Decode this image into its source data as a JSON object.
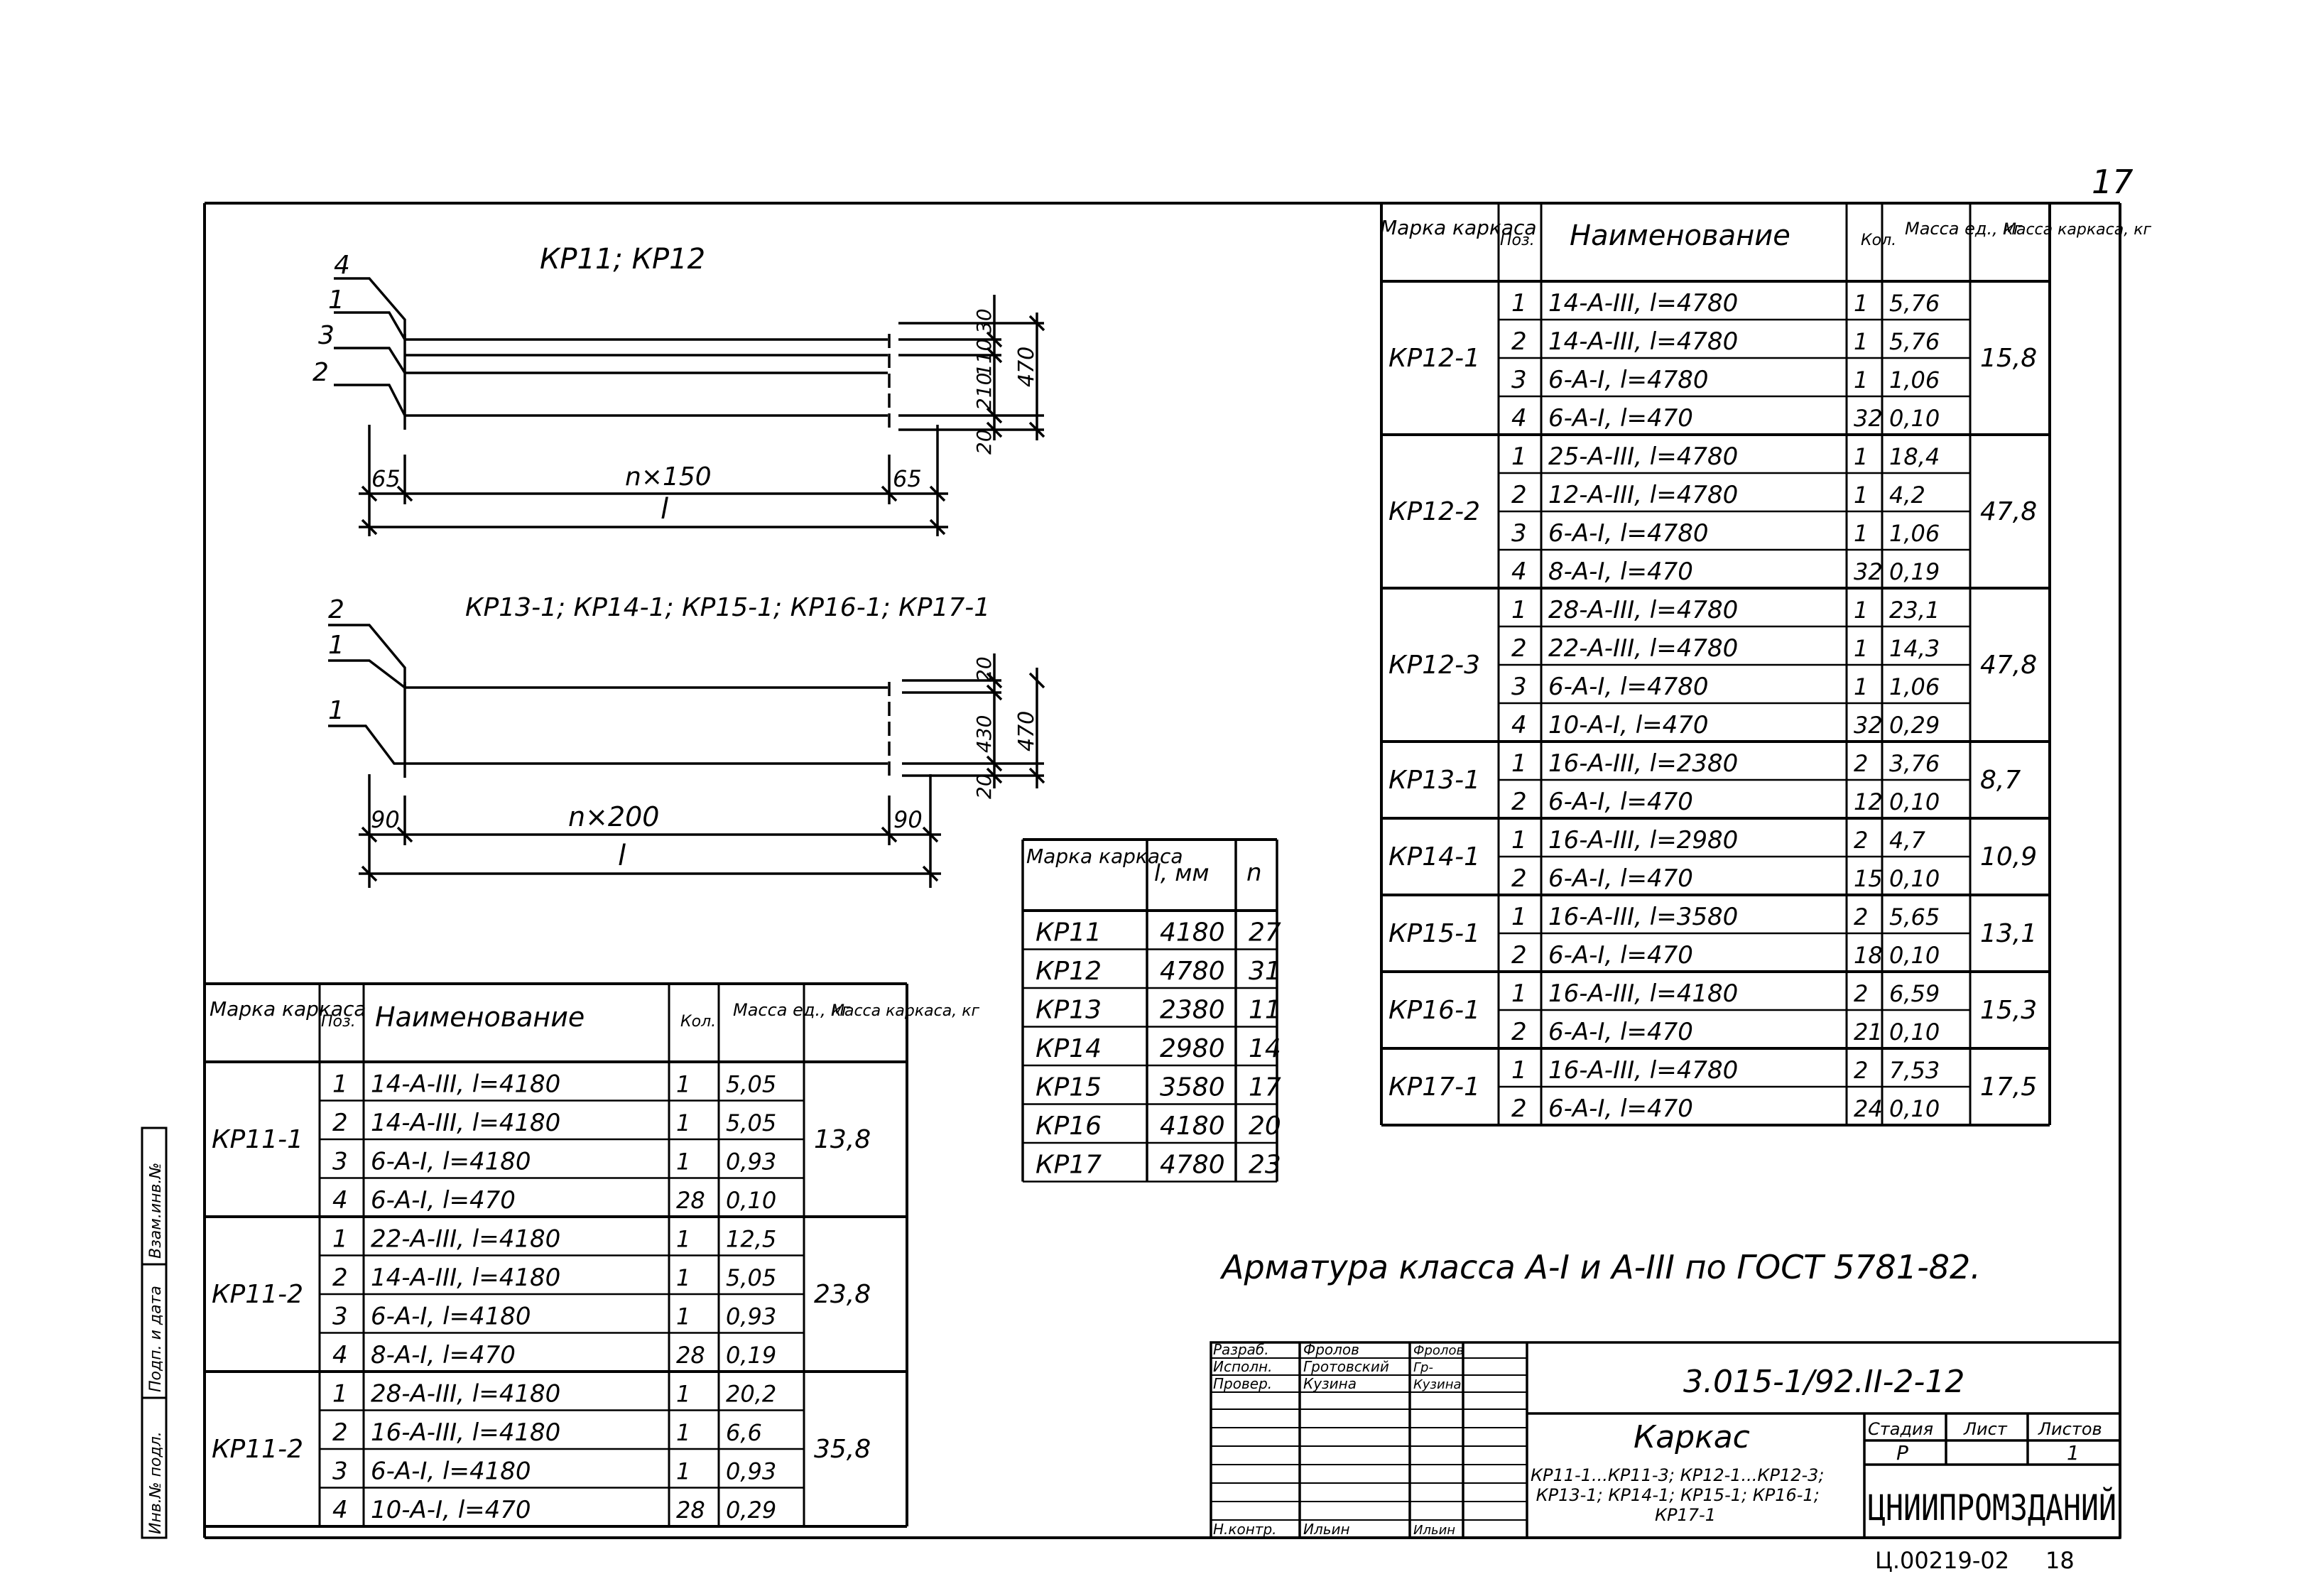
{
  "page": {
    "sheet_number": "17",
    "footer_code": "Ц.00219-02",
    "footer_page": "18"
  },
  "note": "Арматура класса А-I и А-III по ГОСТ 5781-82.",
  "side_stamp": [
    "Инв.№ подл.",
    "Подп. и дата",
    "Взам.инв.№"
  ],
  "diagram1": {
    "title": "КР11; КР12",
    "bar_numbers": [
      "4",
      "1",
      "3",
      "2"
    ],
    "dim_left": "65",
    "dim_right": "65",
    "dim_spacing": "n×150",
    "dim_length": "l",
    "dim_v": [
      "30",
      "110",
      "210",
      "20"
    ],
    "dim_total": "470"
  },
  "diagram2": {
    "title": "КР13-1; КР14-1; КР15-1; КР16-1; КР17-1",
    "bar_numbers": [
      "2",
      "1",
      "1"
    ],
    "dim_left": "90",
    "dim_right": "90",
    "dim_spacing": "n×200",
    "dim_length": "l",
    "dim_v": [
      "20",
      "430",
      "20"
    ],
    "dim_total": "470"
  },
  "spec_headers": [
    "Марка каркаса",
    "Поз.",
    "Наименование",
    "Кол.",
    "Масса ед., кг",
    "Масса каркаса, кг"
  ],
  "table_left": [
    {
      "mark": "КР11-1",
      "mass": "13,8",
      "rows": [
        {
          "pos": "1",
          "name": "14-А-III, l=4180",
          "qty": "1",
          "unit": "5,05"
        },
        {
          "pos": "2",
          "name": "14-А-III, l=4180",
          "qty": "1",
          "unit": "5,05"
        },
        {
          "pos": "3",
          "name": "6-А-I, l=4180",
          "qty": "1",
          "unit": "0,93"
        },
        {
          "pos": "4",
          "name": "6-А-I, l=470",
          "qty": "28",
          "unit": "0,10"
        }
      ]
    },
    {
      "mark": "КР11-2",
      "mass": "23,8",
      "rows": [
        {
          "pos": "1",
          "name": "22-А-III, l=4180",
          "qty": "1",
          "unit": "12,5"
        },
        {
          "pos": "2",
          "name": "14-А-III, l=4180",
          "qty": "1",
          "unit": "5,05"
        },
        {
          "pos": "3",
          "name": "6-А-I, l=4180",
          "qty": "1",
          "unit": "0,93"
        },
        {
          "pos": "4",
          "name": "8-А-I, l=470",
          "qty": "28",
          "unit": "0,19"
        }
      ]
    },
    {
      "mark": "КР11-2",
      "mass": "35,8",
      "rows": [
        {
          "pos": "1",
          "name": "28-А-III, l=4180",
          "qty": "1",
          "unit": "20,2"
        },
        {
          "pos": "2",
          "name": "16-А-III, l=4180",
          "qty": "1",
          "unit": "6,6"
        },
        {
          "pos": "3",
          "name": "6-А-I, l=4180",
          "qty": "1",
          "unit": "0,93"
        },
        {
          "pos": "4",
          "name": "10-А-I, l=470",
          "qty": "28",
          "unit": "0,29"
        }
      ]
    }
  ],
  "table_right": [
    {
      "mark": "КР12-1",
      "mass": "15,8",
      "rows": [
        {
          "pos": "1",
          "name": "14-А-III, l=4780",
          "qty": "1",
          "unit": "5,76"
        },
        {
          "pos": "2",
          "name": "14-А-III, l=4780",
          "qty": "1",
          "unit": "5,76"
        },
        {
          "pos": "3",
          "name": "6-А-I, l=4780",
          "qty": "1",
          "unit": "1,06"
        },
        {
          "pos": "4",
          "name": "6-А-I, l=470",
          "qty": "32",
          "unit": "0,10"
        }
      ]
    },
    {
      "mark": "КР12-2",
      "mass": "47,8",
      "rows": [
        {
          "pos": "1",
          "name": "25-А-III, l=4780",
          "qty": "1",
          "unit": "18,4"
        },
        {
          "pos": "2",
          "name": "12-А-III, l=4780",
          "qty": "1",
          "unit": "4,2"
        },
        {
          "pos": "3",
          "name": "6-А-I, l=4780",
          "qty": "1",
          "unit": "1,06"
        },
        {
          "pos": "4",
          "name": "8-А-I, l=470",
          "qty": "32",
          "unit": "0,19"
        }
      ]
    },
    {
      "mark": "КР12-3",
      "mass": "47,8",
      "rows": [
        {
          "pos": "1",
          "name": "28-А-III, l=4780",
          "qty": "1",
          "unit": "23,1"
        },
        {
          "pos": "2",
          "name": "22-А-III, l=4780",
          "qty": "1",
          "unit": "14,3"
        },
        {
          "pos": "3",
          "name": "6-А-I, l=4780",
          "qty": "1",
          "unit": "1,06"
        },
        {
          "pos": "4",
          "name": "10-А-I, l=470",
          "qty": "32",
          "unit": "0,29"
        }
      ]
    },
    {
      "mark": "КР13-1",
      "mass": "8,7",
      "rows": [
        {
          "pos": "1",
          "name": "16-А-III, l=2380",
          "qty": "2",
          "unit": "3,76"
        },
        {
          "pos": "2",
          "name": "6-А-I, l=470",
          "qty": "12",
          "unit": "0,10"
        }
      ]
    },
    {
      "mark": "КР14-1",
      "mass": "10,9",
      "rows": [
        {
          "pos": "1",
          "name": "16-А-III, l=2980",
          "qty": "2",
          "unit": "4,7"
        },
        {
          "pos": "2",
          "name": "6-А-I, l=470",
          "qty": "15",
          "unit": "0,10"
        }
      ]
    },
    {
      "mark": "КР15-1",
      "mass": "13,1",
      "rows": [
        {
          "pos": "1",
          "name": "16-А-III, l=3580",
          "qty": "2",
          "unit": "5,65"
        },
        {
          "pos": "2",
          "name": "6-А-I, l=470",
          "qty": "18",
          "unit": "0,10"
        }
      ]
    },
    {
      "mark": "КР16-1",
      "mass": "15,3",
      "rows": [
        {
          "pos": "1",
          "name": "16-А-III, l=4180",
          "qty": "2",
          "unit": "6,59"
        },
        {
          "pos": "2",
          "name": "6-А-I, l=470",
          "qty": "21",
          "unit": "0,10"
        }
      ]
    },
    {
      "mark": "КР17-1",
      "mass": "17,5",
      "rows": [
        {
          "pos": "1",
          "name": "16-А-III, l=4780",
          "qty": "2",
          "unit": "7,53"
        },
        {
          "pos": "2",
          "name": "6-А-I, l=470",
          "qty": "24",
          "unit": "0,10"
        }
      ]
    }
  ],
  "small_table": {
    "headers": [
      "Марка каркаса",
      "l, мм",
      "n"
    ],
    "rows": [
      [
        "КР11",
        "4180",
        "27"
      ],
      [
        "КР12",
        "4780",
        "31"
      ],
      [
        "КР13",
        "2380",
        "11"
      ],
      [
        "КР14",
        "2980",
        "14"
      ],
      [
        "КР15",
        "3580",
        "17"
      ],
      [
        "КР16",
        "4180",
        "20"
      ],
      [
        "КР17",
        "4780",
        "23"
      ]
    ]
  },
  "title_block": {
    "doc_code": "3.015-1/92.II-2-12",
    "roles": [
      {
        "role": "Разраб.",
        "name": "Фролов",
        "sign": "Фролов"
      },
      {
        "role": "Исполн.",
        "name": "Гротовский",
        "sign": "Гр-"
      },
      {
        "role": "Провер.",
        "name": "Кузина",
        "sign": "Кузина"
      },
      {
        "role": "Н.контр.",
        "name": "Ильин",
        "sign": "Ильин"
      }
    ],
    "name_main": "Каркас",
    "name_sub": "КР11-1...КР11-3; КР12-1...КР12-3; КР13-1; КР14-1; КР15-1; КР16-1; КР17-1",
    "stage_label": "Стадия",
    "stage_value": "Р",
    "sheet_label": "Лист",
    "sheet_value": "",
    "sheets_label": "Листов",
    "sheets_value": "1",
    "org": "ЦНИИПРОМЗДАНИЙ"
  }
}
